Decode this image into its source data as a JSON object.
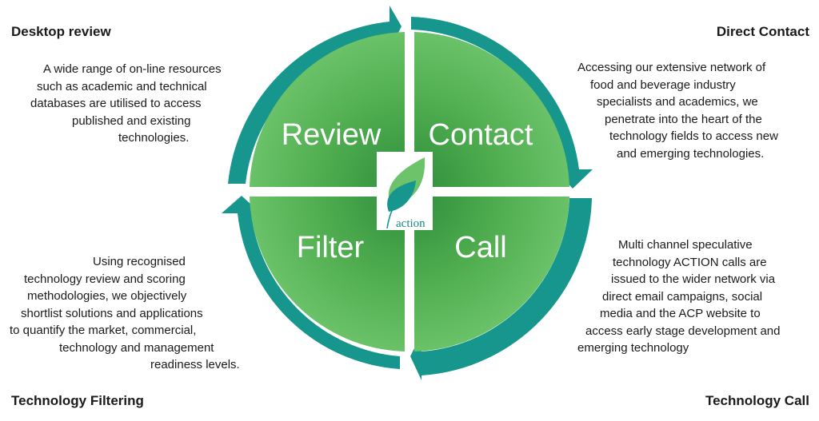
{
  "headings": {
    "desktop_review": "Desktop review",
    "direct_contact": "Direct Contact",
    "technology_filtering": "Technology Filtering",
    "technology_call": "Technology Call"
  },
  "descriptions": {
    "desktop_review": [
      "A wide range of on-line resources",
      "such as academic and technical",
      "databases are utilised to access",
      "published and existing",
      "technologies."
    ],
    "direct_contact": [
      "Accessing our extensive network of",
      "food and beverage industry",
      "specialists and academics, we",
      "penetrate into the heart of the",
      "technology fields to access new",
      "and emerging technologies."
    ],
    "technology_filtering": [
      "Using recognised",
      "technology review and scoring",
      "methodologies, we objectively",
      "shortlist solutions and applications",
      "to quantify the market, commercial,",
      "technology and management",
      "readiness  levels."
    ],
    "technology_call": [
      "Multi channel  speculative",
      "technology ACTION calls are",
      "issued to the wider network via",
      "direct email campaigns, social",
      "media and the ACP website to",
      "access early stage development and",
      "emerging technology"
    ]
  },
  "quadrants": {
    "review": "Review",
    "contact": "Contact",
    "filter": "Filter",
    "call": "Call"
  },
  "logo": {
    "text": "action"
  },
  "colors": {
    "green_light": "#6cc36a",
    "green_dark": "#2f8f3e",
    "teal": "#16968c"
  }
}
